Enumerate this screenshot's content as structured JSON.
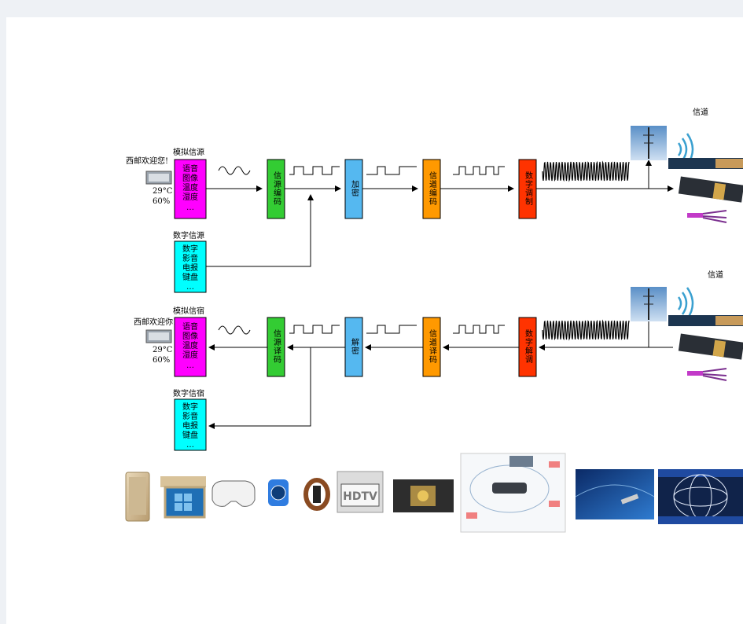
{
  "tx": {
    "channel_label": "信道",
    "analog_label": "模拟信源",
    "digital_label": "数字信源",
    "greeting": "西邮欢迎您!",
    "temp": "29°C",
    "humidity": "60%",
    "analog_items": [
      "语音",
      "图像",
      "温度",
      "湿度",
      "…"
    ],
    "digital_items": [
      "数字",
      "影音",
      "电报",
      "键盘",
      "…"
    ],
    "blocks": [
      "信源编码",
      "加密",
      "信道编码",
      "数字调制"
    ]
  },
  "rx": {
    "channel_label": "信道",
    "analog_label": "模拟信宿",
    "digital_label": "数字信宿",
    "greeting": "西邮欢迎你!",
    "temp": "29°C",
    "humidity": "60%",
    "analog_items": [
      "语音",
      "图像",
      "温度",
      "湿度",
      "…"
    ],
    "digital_items": [
      "数字",
      "影音",
      "电报",
      "键盘",
      "…"
    ],
    "blocks": [
      "信源译码",
      "解密",
      "信道译码",
      "数字解调"
    ]
  },
  "colors": {
    "source": "#ff00ff",
    "digital": "#00ffff",
    "codec": "#33cc33",
    "crypto": "#55b8f0",
    "channel_codec": "#ff9900",
    "modem": "#ff3300"
  },
  "devices": [
    "phone",
    "laptop",
    "vr-headset",
    "smartwatch",
    "fitness-band",
    "hdtv",
    "chip-board",
    "connected-car-diagram",
    "satellite-earth",
    "satellite-navigation"
  ]
}
